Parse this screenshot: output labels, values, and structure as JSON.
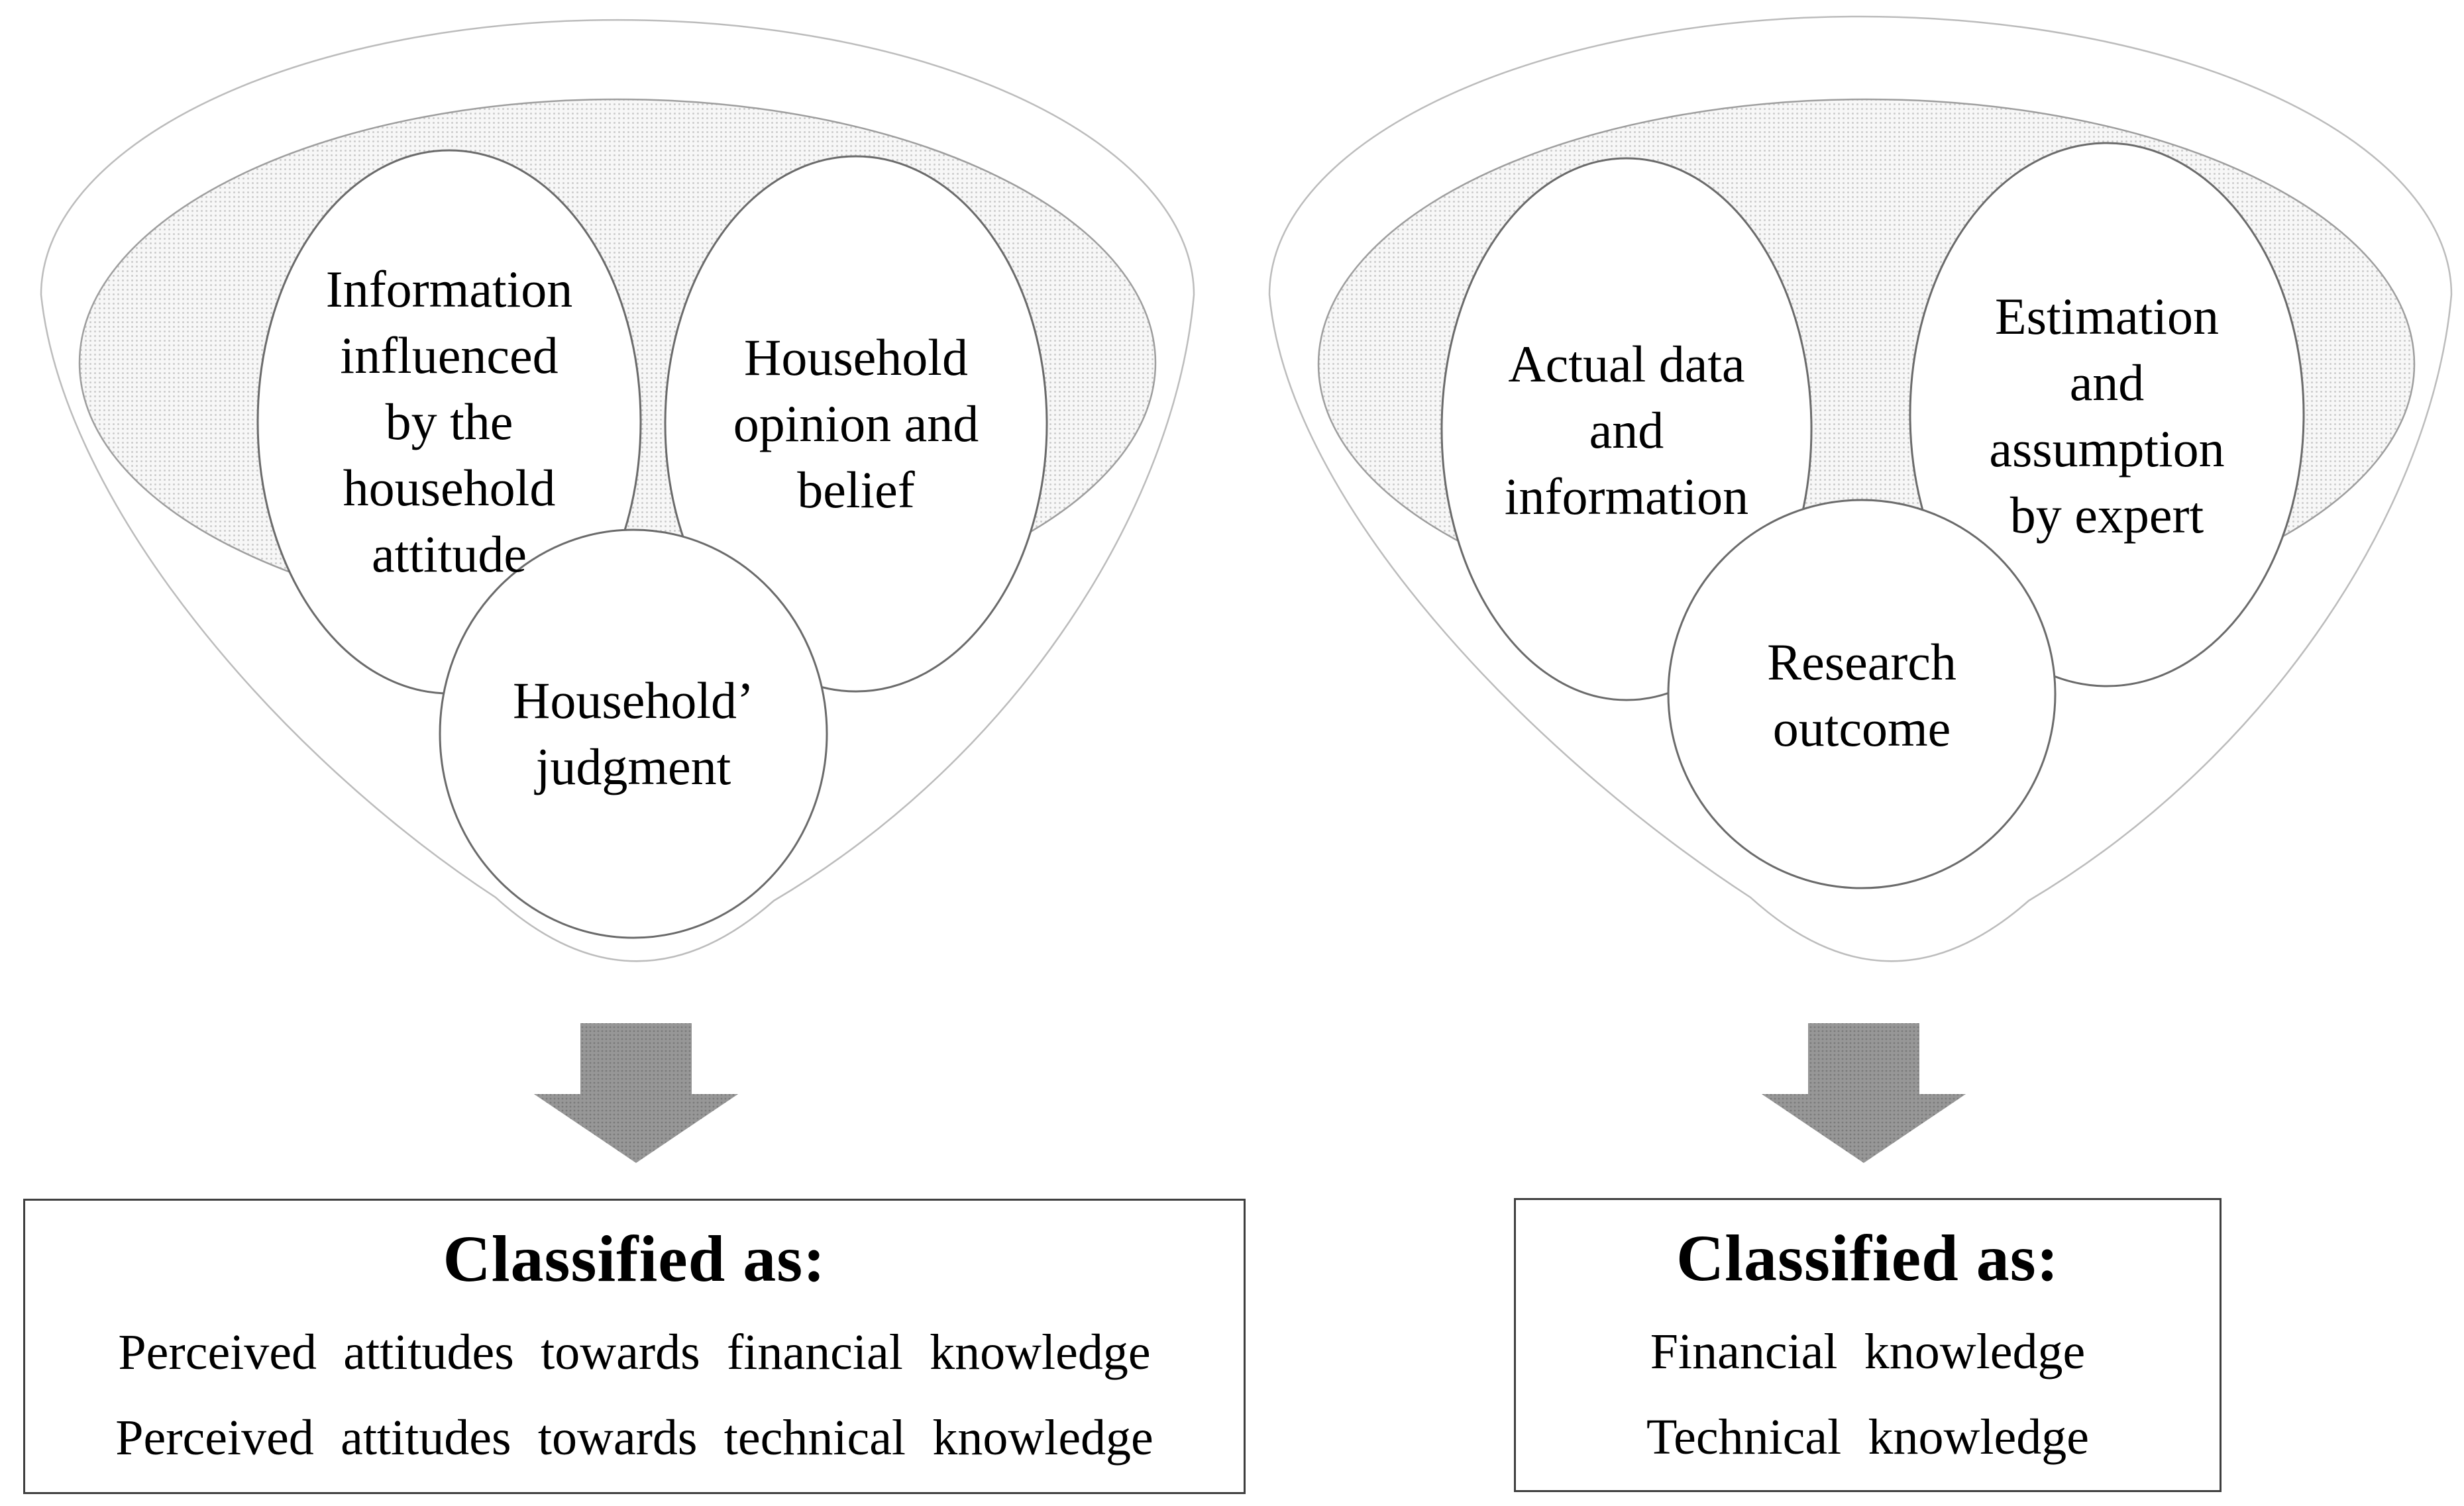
{
  "figure": {
    "left": {
      "circles": [
        {
          "label": "Information\ninfluenced\nby the\nhousehold\nattitude"
        },
        {
          "label": "Household\nopinion and\nbelief"
        },
        {
          "label": "Household’\njudgment"
        }
      ],
      "box": {
        "heading": "Classified as:",
        "lines": [
          "Perceived attitudes towards financial knowledge",
          "Perceived attitudes towards technical knowledge"
        ]
      }
    },
    "right": {
      "circles": [
        {
          "label": "Actual data\nand\ninformation"
        },
        {
          "label": "Estimation\nand\nassumption\nby expert"
        },
        {
          "label": "Research\noutcome"
        }
      ],
      "box": {
        "heading": "Classified as:",
        "lines": [
          "Financial knowledge",
          "Technical knowledge"
        ]
      }
    }
  },
  "colors": {
    "bg": "#ffffff",
    "text": "#000000",
    "funnelStroke": "#bcbcbc",
    "ellipseStroke": "#9e9e9e",
    "circleStroke": "#6b6b6b",
    "boxBorder": "#3f3f3f",
    "shadeBase": "#f7f7f7",
    "shadeDot": "#cccccc",
    "arrowBase": "#979797",
    "arrowDot": "#7a7a7a"
  }
}
